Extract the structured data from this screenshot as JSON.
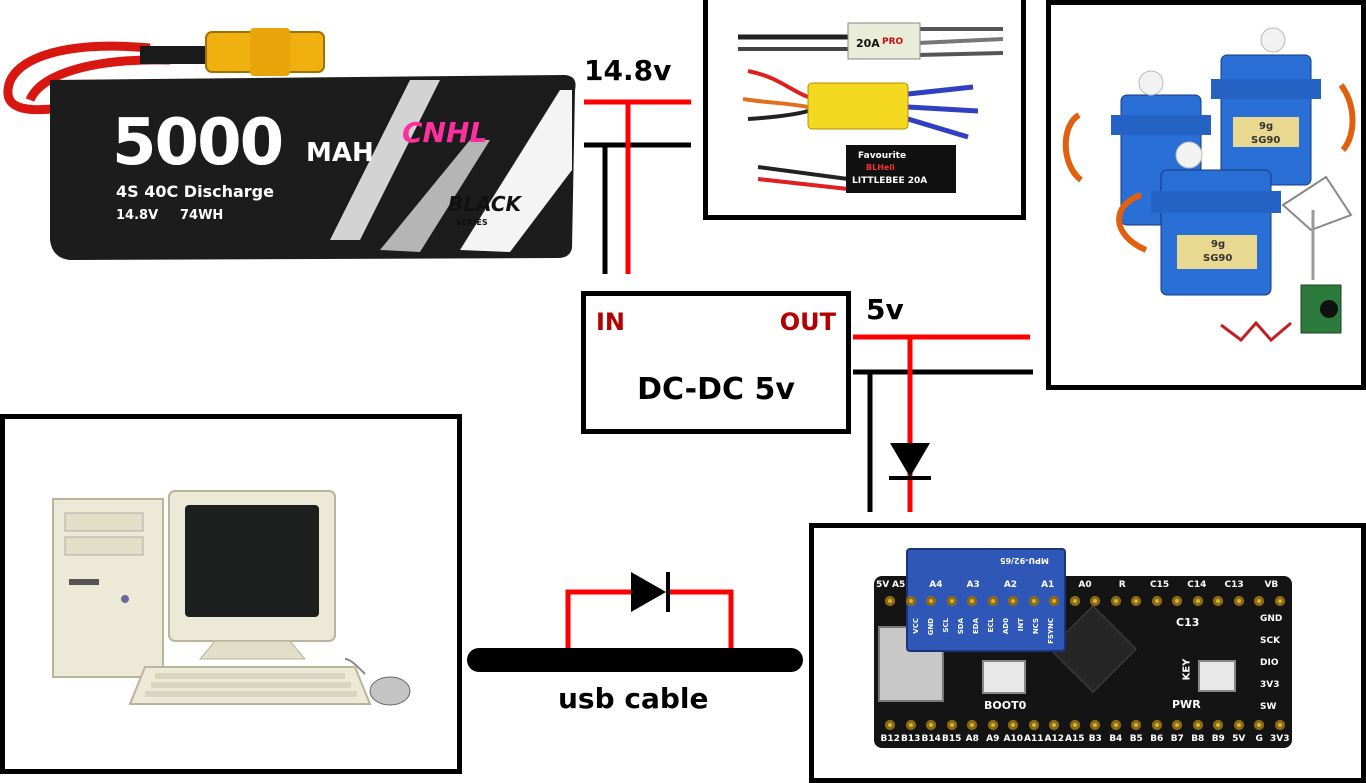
{
  "battery": {
    "capacity": "5000",
    "unit": "MAH",
    "brand": "CNHL",
    "series": "BLACK",
    "series_sub": "SERIES",
    "spec": "4S 40C Discharge",
    "voltage": "14.8V",
    "energy": "74WH"
  },
  "rails": {
    "high_voltage": "14.8v",
    "low_voltage": "5v"
  },
  "converter": {
    "in_label": "IN",
    "out_label": "OUT",
    "title": "DC-DC 5v"
  },
  "esc": {
    "top": "20A",
    "top_suffix": "PRO",
    "brand": "Favourite",
    "mid": "BLHeli",
    "bottom": "LITTLEBEE 20A"
  },
  "servo": {
    "model": "SG90",
    "weight": "9g"
  },
  "cable": {
    "label": "usb cable"
  },
  "board": {
    "top_pins": [
      "5V",
      "A5",
      "A4",
      "A3",
      "A2",
      "A1",
      "A0",
      "R",
      "C15",
      "C14",
      "C13",
      "VB"
    ],
    "bottom_pins": [
      "B12",
      "B13",
      "B14",
      "B15",
      "A8",
      "A9",
      "A10",
      "A11",
      "A12",
      "A15",
      "B3",
      "B4",
      "B5",
      "B6",
      "B7",
      "B8",
      "B9",
      "5V",
      "G",
      "3V3"
    ],
    "right_pins": [
      "GND",
      "SCK",
      "DIO",
      "3V3",
      "SW"
    ],
    "boot": "BOOT0",
    "key": "KEY",
    "pwr": "PWR",
    "cap": "C13",
    "imu_name": "MPU-92/65",
    "imu_pins": [
      "VCC",
      "GND",
      "SCL",
      "SDA",
      "EDA",
      "ECL",
      "AD0",
      "INT",
      "NCS",
      "FSYNC"
    ]
  },
  "colors": {
    "positive_wire": "#ff0000",
    "ground_wire": "#000000",
    "label_red": "#b30000",
    "battery_body": "#1c1c1c",
    "servo_blue": "#2a6fd6",
    "board_black": "#141414",
    "pin_gold": "#d9b23a"
  }
}
